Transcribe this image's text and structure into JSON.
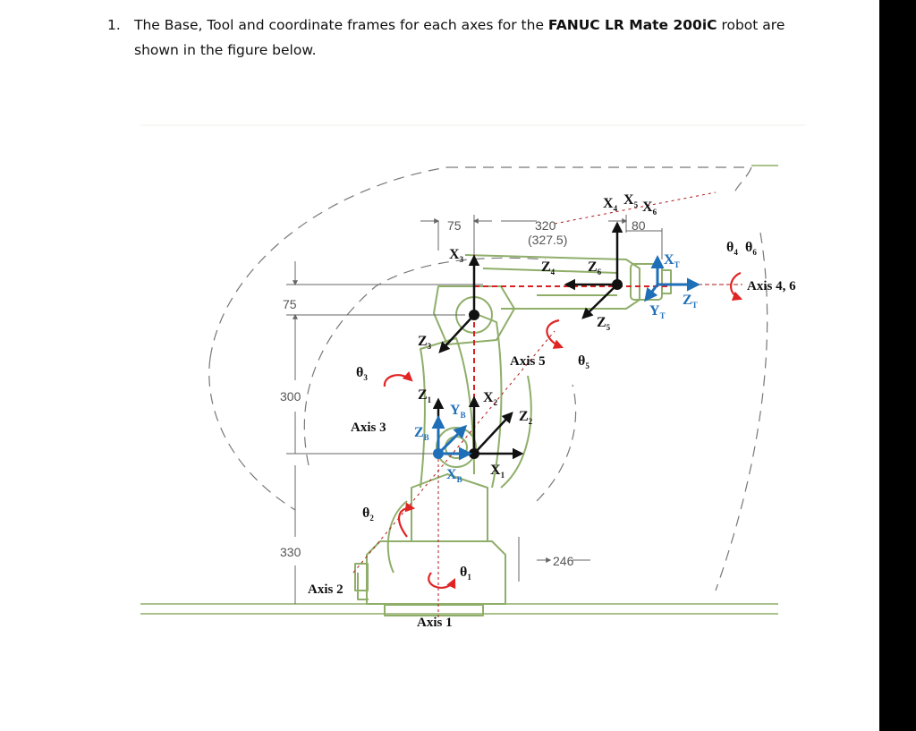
{
  "question": {
    "number": "1.",
    "text_before": "The Base, Tool and coordinate frames for each axes for the ",
    "robot_name": "FANUC LR Mate 200iC",
    "text_after": " robot are shown in the figure below."
  },
  "figure": {
    "dimensions": {
      "d75_top": "75",
      "d320": "320",
      "d327": "(327.5)",
      "d80": "80",
      "d75_left": "75",
      "d300": "300",
      "d330": "330",
      "d246": "246"
    },
    "frames": {
      "x4": "X",
      "x4_sub": "4",
      "x5": "X",
      "x5_sub": "5",
      "x6": "X",
      "x6_sub": "6",
      "x3": "X",
      "x3_sub": "3",
      "z4": "Z",
      "z4_sub": "4",
      "z6": "Z",
      "z6_sub": "6",
      "z5": "Z",
      "z5_sub": "5",
      "z3": "Z",
      "z3_sub": "3",
      "z1": "Z",
      "z1_sub": "1",
      "x2": "X",
      "x2_sub": "2",
      "z2": "Z",
      "z2_sub": "2",
      "x1": "X",
      "x1_sub": "1",
      "xt": "X",
      "xt_sub": "T",
      "zt": "Z",
      "zt_sub": "T",
      "yt": "Y",
      "yt_sub": "T",
      "yb": "Y",
      "yb_sub": "B",
      "zb": "Z",
      "zb_sub": "B",
      "xb": "X",
      "xb_sub": "B"
    },
    "angles": {
      "theta4": "θ",
      "theta4_sub": "4",
      "theta6": "θ",
      "theta6_sub": "6",
      "theta5": "θ",
      "theta5_sub": "5",
      "theta3": "θ",
      "theta3_sub": "3",
      "theta2": "θ",
      "theta2_sub": "2",
      "theta1": "θ",
      "theta1_sub": "1"
    },
    "axis_labels": {
      "axis46": "Axis 4, 6",
      "axis5": "Axis 5",
      "axis3": "Axis 3",
      "axis2": "Axis 2",
      "axis1": "Axis 1"
    },
    "colors": {
      "robot": "#8fae6a",
      "frame": "#111111",
      "base_tool": "#1f6fb8",
      "rotation": "#e02424",
      "link_line": "#d62222"
    }
  }
}
